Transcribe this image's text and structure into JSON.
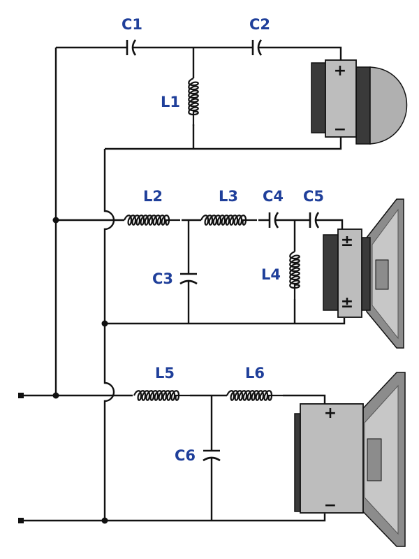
{
  "colors": {
    "wire": "#111111",
    "label": "#1f3f9a",
    "speaker_box": "#b8b8b8",
    "magnet": "#3a3a3a",
    "cone": "#8c8c8c",
    "cone_light": "#c7c7c7"
  },
  "labels": {
    "c1": "C1",
    "c2": "C2",
    "l1": "L1",
    "l2": "L2",
    "l3": "L3",
    "c4": "C4",
    "c5": "C5",
    "c3": "C3",
    "l4": "L4",
    "l5": "L5",
    "l6": "L6",
    "c6": "C6"
  },
  "polarity": {
    "plus": "+",
    "minus": "−",
    "plus_minus": "±"
  },
  "components": {
    "capacitors": [
      "C1",
      "C2",
      "C3",
      "C4",
      "C5",
      "C6"
    ],
    "inductors": [
      "L1",
      "L2",
      "L3",
      "L4",
      "L5",
      "L6"
    ],
    "speakers": [
      "tweeter-icon",
      "midrange-speaker-icon",
      "woofer-speaker-icon"
    ]
  }
}
